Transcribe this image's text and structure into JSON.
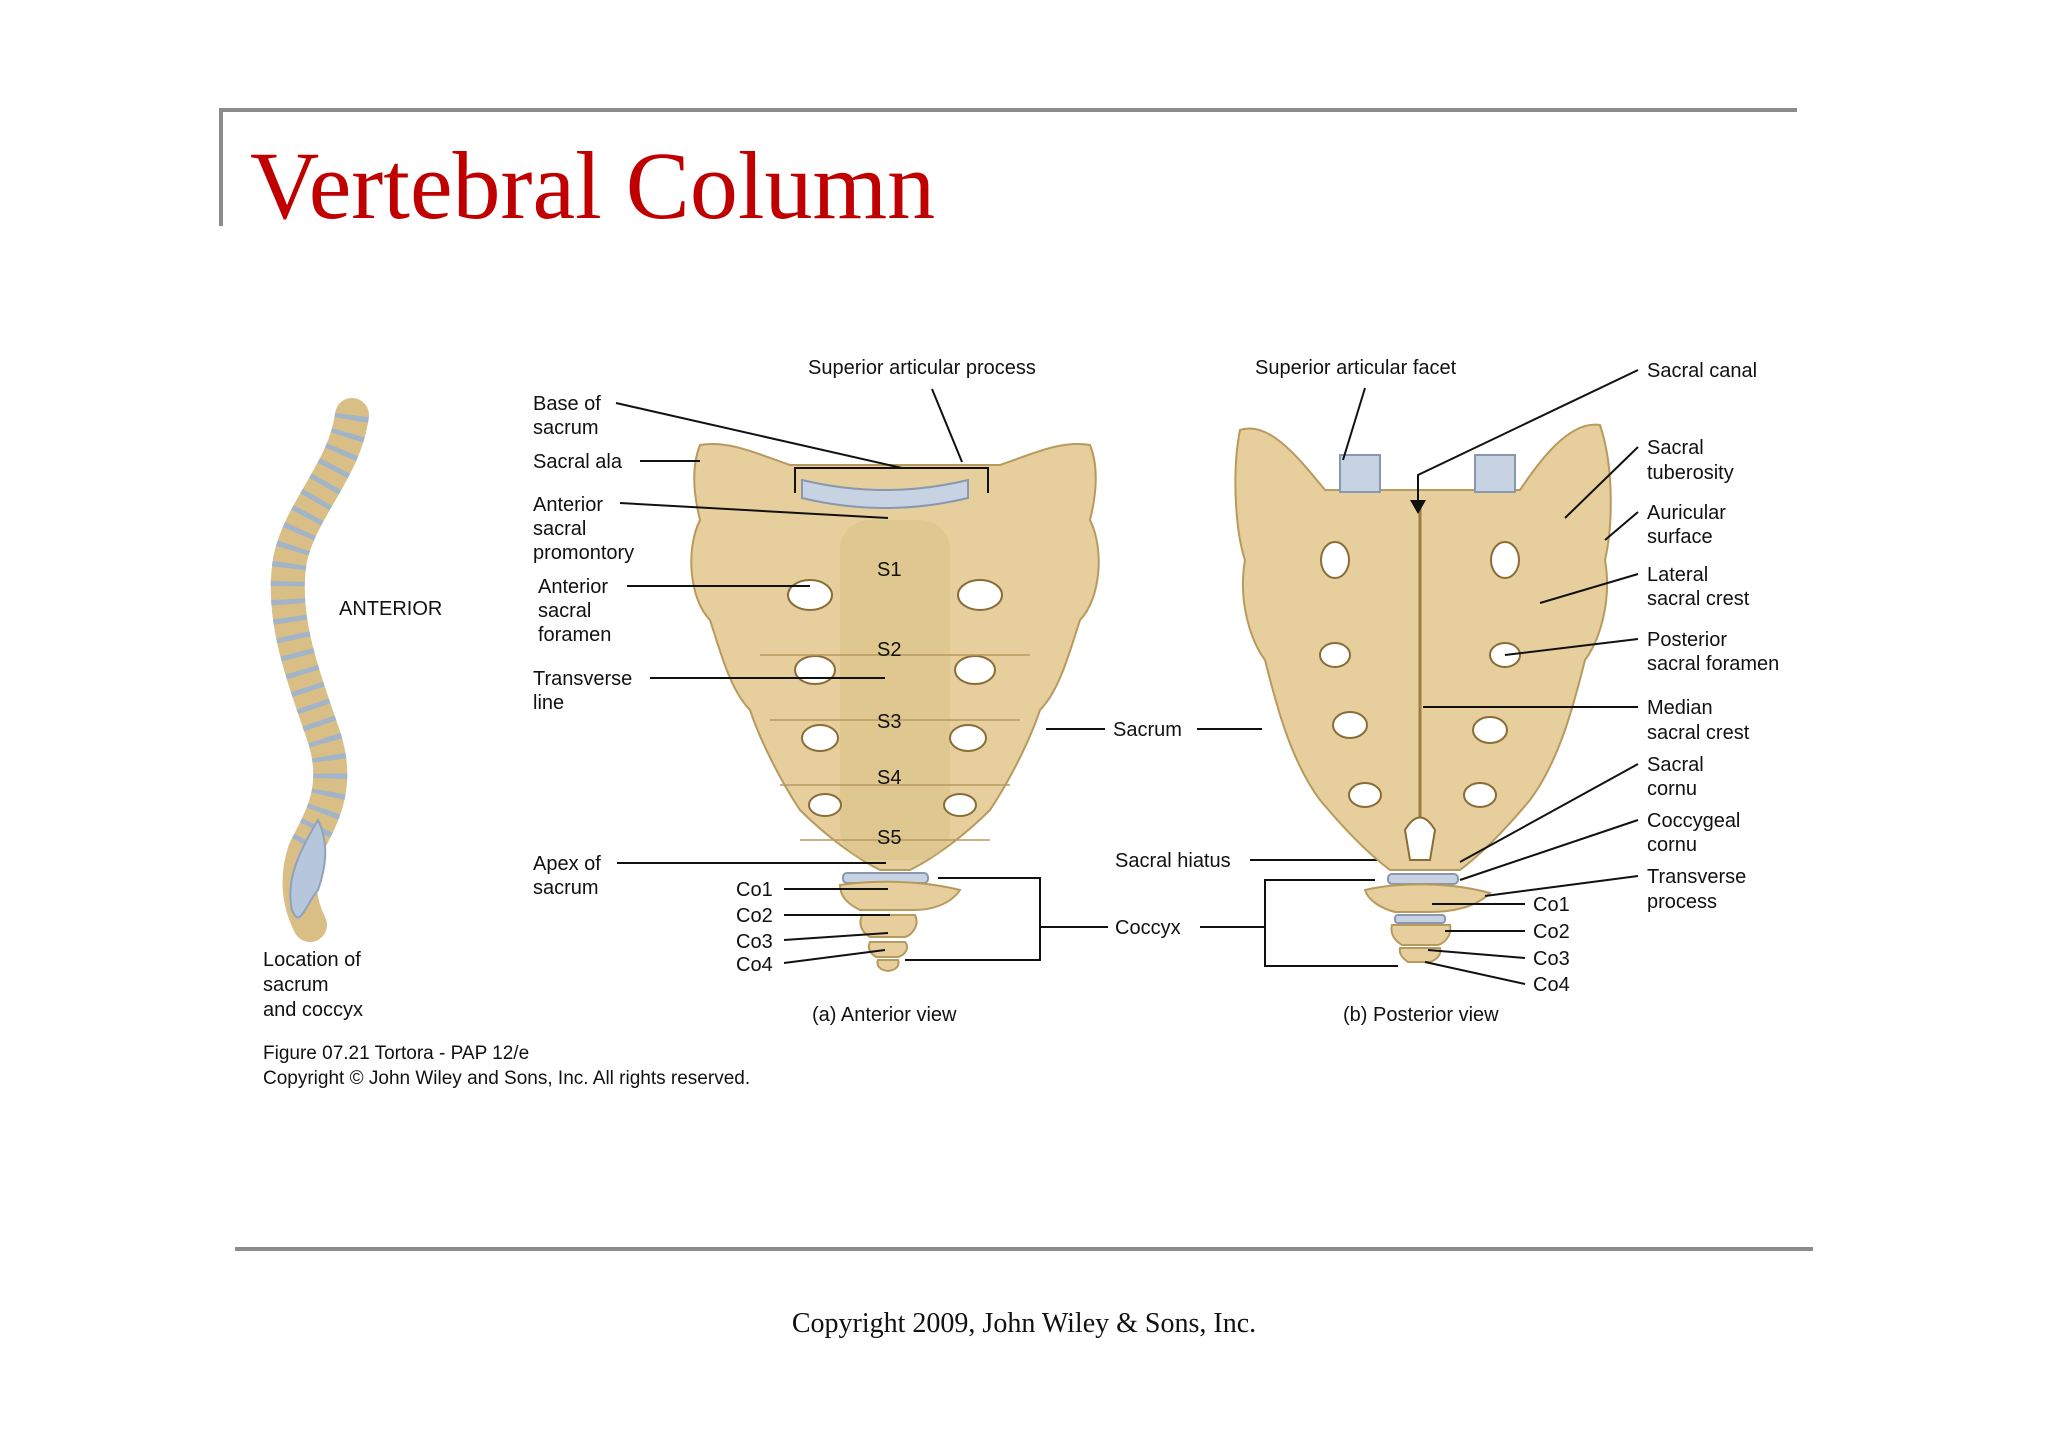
{
  "slide": {
    "title": "Vertebral Column",
    "footer": "Copyright 2009, John Wiley & Sons, Inc."
  },
  "figure": {
    "spine_panel": {
      "anterior_label": "ANTERIOR",
      "caption": [
        "Location of",
        "sacrum",
        "and coccyx"
      ]
    },
    "anterior_view": {
      "caption": "(a) Anterior view",
      "segments": [
        "S1",
        "S2",
        "S3",
        "S4",
        "S5"
      ],
      "labels": {
        "superior_articular_process": "Superior articular process",
        "base_of_sacrum": [
          "Base of",
          "sacrum"
        ],
        "sacral_ala": "Sacral ala",
        "anterior_sacral_promontory": [
          "Anterior",
          "sacral",
          "promontory"
        ],
        "anterior_sacral_foramen": [
          "Anterior",
          "sacral",
          "foramen"
        ],
        "transverse_line": [
          "Transverse",
          "line"
        ],
        "apex_of_sacrum": [
          "Apex of",
          "sacrum"
        ],
        "coccyx_segments": [
          "Co1",
          "Co2",
          "Co3",
          "Co4"
        ]
      }
    },
    "middle_labels": {
      "sacrum": "Sacrum",
      "sacral_hiatus": "Sacral hiatus",
      "coccyx": "Coccyx"
    },
    "posterior_view": {
      "caption": "(b) Posterior view",
      "labels": {
        "superior_articular_facet": "Superior articular facet",
        "sacral_canal": "Sacral canal",
        "sacral_tuberosity": [
          "Sacral",
          "tuberosity"
        ],
        "auricular_surface": [
          "Auricular",
          "surface"
        ],
        "lateral_sacral_crest": [
          "Lateral",
          "sacral crest"
        ],
        "posterior_sacral_foramen": [
          "Posterior",
          "sacral foramen"
        ],
        "median_sacral_crest": [
          "Median",
          "sacral crest"
        ],
        "sacral_cornu": [
          "Sacral",
          "cornu"
        ],
        "coccygeal_cornu": [
          "Coccygeal",
          "cornu"
        ],
        "transverse_process": [
          "Transverse",
          "process"
        ],
        "coccyx_segments": [
          "Co1",
          "Co2",
          "Co3",
          "Co4"
        ]
      }
    },
    "credit": [
      "Figure 07.21  Tortora - PAP 12/e",
      "Copyright © John Wiley and Sons, Inc. All rights reserved."
    ]
  },
  "colors": {
    "title": "#c00000",
    "bone": "#e6cf9c",
    "cartilage": "#c7d3e2",
    "rule": "#8c8c8c"
  }
}
